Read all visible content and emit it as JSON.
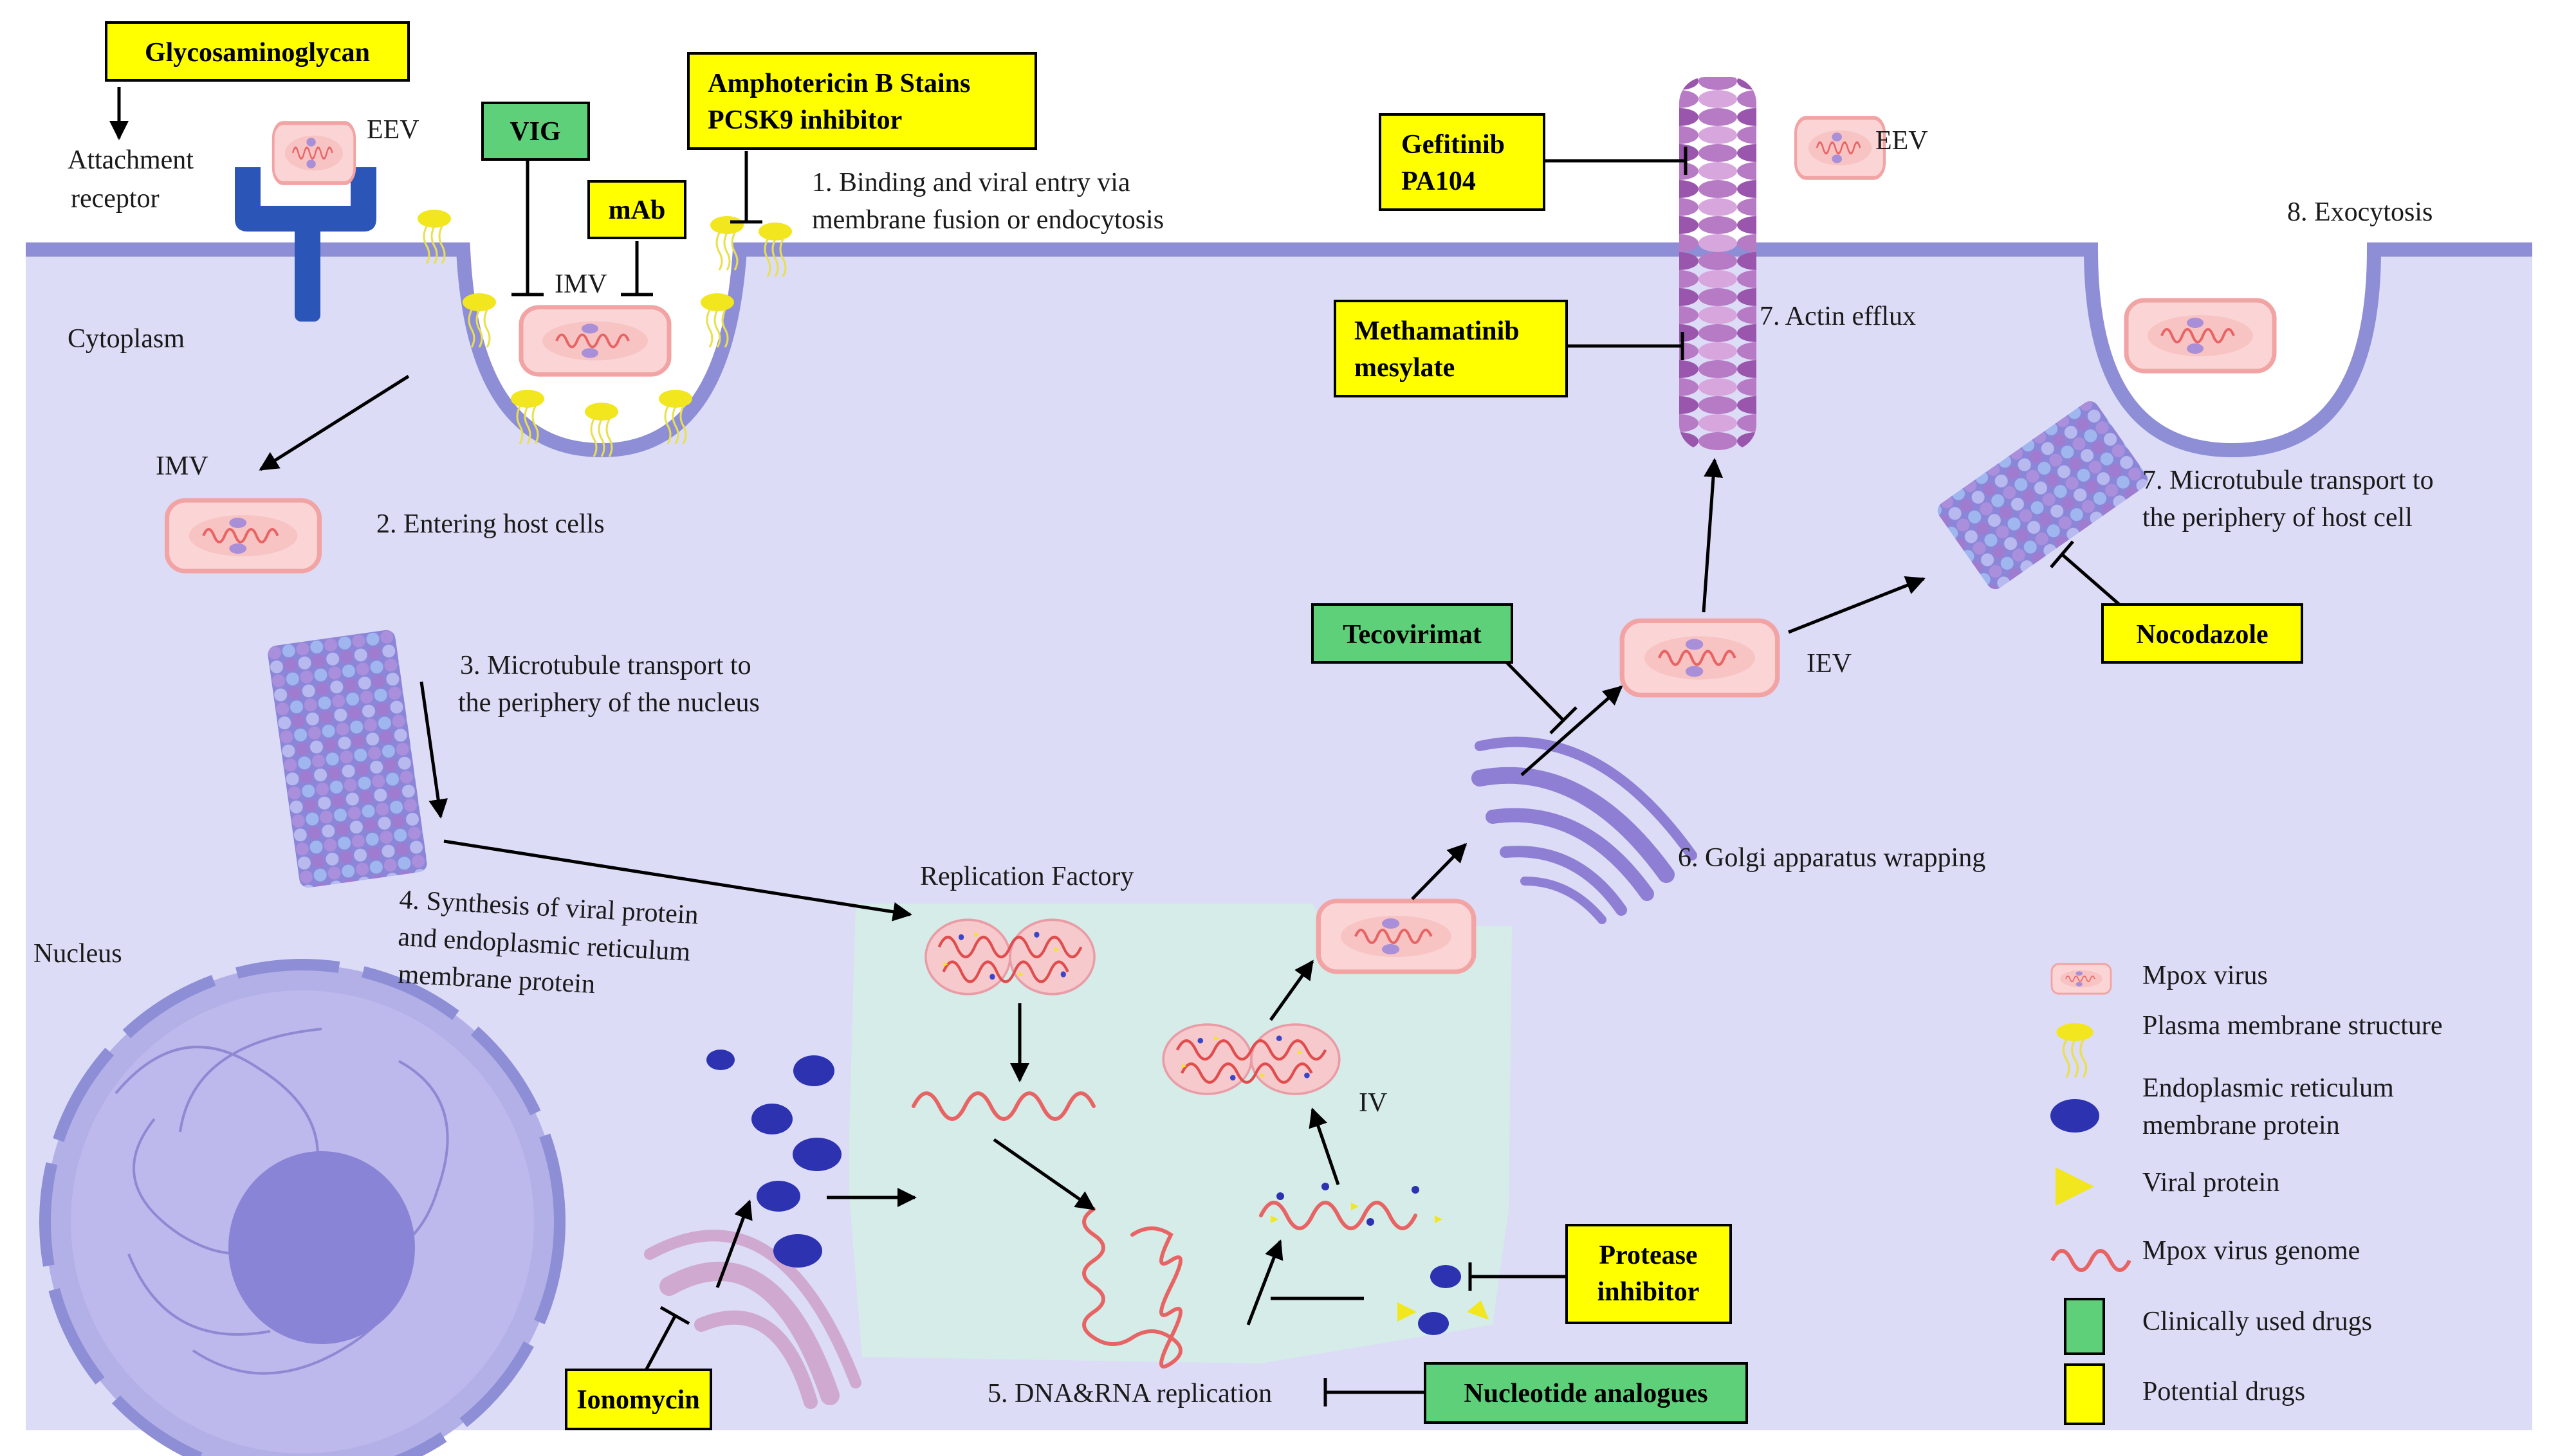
{
  "labels": {
    "attachment_line1": "Attachment",
    "attachment_line2": "receptor",
    "eev_top": "EEV",
    "imv_membrane": "IMV",
    "step1_line1": "1.  Binding  and  viral  entry  via",
    "step1_line2": "membrane  fusion  or  endocytosis",
    "cytoplasm": "Cytoplasm",
    "imv_left": "IMV",
    "step2": "2. Entering host cells",
    "step3_line1": "3.  Microtubule  transport  to",
    "step3_line2": "the periphery of the nucleus",
    "step4_line1": "4.  Synthesis  of  viral  protein",
    "step4_line2": "and     endoplasmic     reticulum",
    "step4_line3": "membrane protein",
    "nucleus": "Nucleus",
    "replication_factory": "Replication Factory",
    "iv": "IV",
    "step5": "5. DNA&RNA replication",
    "step6": "6. Golgi apparatus wrapping",
    "iev": "IEV",
    "step7_actin": "7. Actin efflux",
    "eev_right": "EEV",
    "step8": "8. Exocytosis",
    "step7_mt_line1": "7.  Microtubule  transport  to",
    "step7_mt_line2": "the periphery of host cell"
  },
  "drugs": {
    "glycosaminoglycan": {
      "text": "Glycosaminoglycan",
      "category": "potential"
    },
    "vig": {
      "text": "VIG",
      "category": "clinical"
    },
    "mab": {
      "text": "mAb",
      "category": "potential"
    },
    "amphotericin": {
      "line1": "Amphotericin  B Stains",
      "line2": "PCSK9 inhibitor",
      "category": "potential"
    },
    "gefitinib": {
      "line1": "Gefitinib",
      "line2": "PA104",
      "category": "potential"
    },
    "methamatinib": {
      "line1": "Methamatinib",
      "line2": "mesylate",
      "category": "potential"
    },
    "tecovirimat": {
      "text": "Tecovirimat",
      "category": "clinical"
    },
    "nocodazole": {
      "text": "Nocodazole",
      "category": "potential"
    },
    "protease": {
      "line1": "Protease",
      "line2": "inhibitor",
      "category": "potential"
    },
    "ionomycin": {
      "text": "Ionomycin",
      "category": "potential"
    },
    "nucleotide": {
      "text": "Nucleotide analogues",
      "category": "clinical"
    }
  },
  "legend": {
    "mpox_virus": "Mpox virus",
    "plasma_membrane": "Plasma membrane structure",
    "er_protein_line1": "Endoplasmic     reticulum",
    "er_protein_line2": "membrane  protein",
    "viral_protein": "Viral protein",
    "genome": "Mpox virus genome",
    "clinical": "Clinically used drugs",
    "potential": "Potential drugs"
  },
  "colors": {
    "cytoplasm": "#dcdcf7",
    "membrane": "#8e8ed6",
    "replication_factory": "#d6ece8",
    "clinical": "#5fd07a",
    "potential": "#ffff00",
    "virus_fill": "#fbd5d5",
    "virus_border": "#f2a3a3",
    "genome": "#e86464",
    "nucleus": "#b3b0e8",
    "nucleolus": "#8a84d6",
    "er_protein": "#2c32b0",
    "viral_protein": "#f2e61e"
  }
}
